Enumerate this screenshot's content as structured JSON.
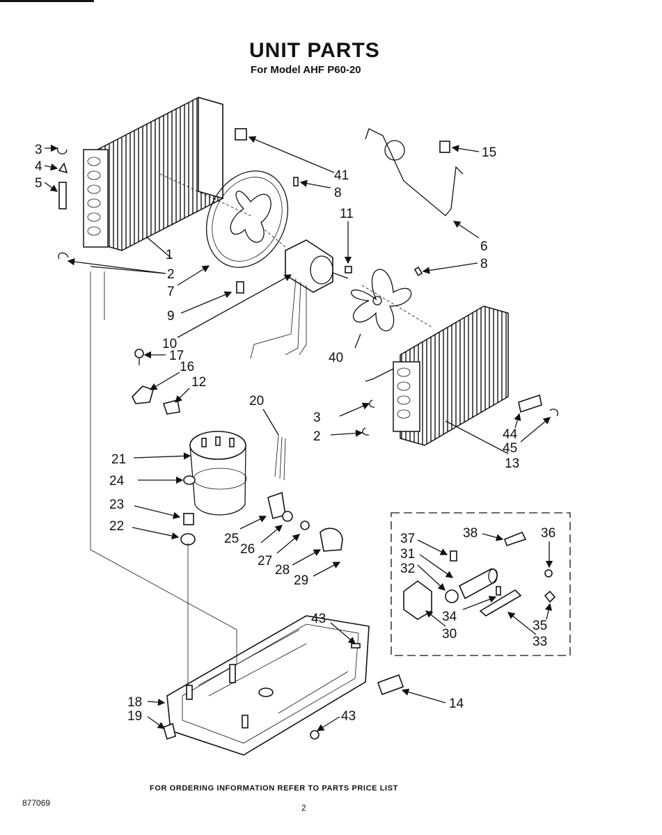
{
  "header": {
    "title": "UNIT PARTS",
    "subtitle": "For Model AHF P60-20"
  },
  "footer": {
    "ordering_note": "FOR ORDERING INFORMATION REFER TO PARTS PRICE LIST",
    "doc_number": "877069",
    "page_number": "2"
  },
  "callouts": [
    "1",
    "2",
    "3",
    "4",
    "5",
    "6",
    "7",
    "8",
    "9",
    "10",
    "11",
    "12",
    "13",
    "14",
    "15",
    "16",
    "17",
    "18",
    "19",
    "20",
    "21",
    "22",
    "23",
    "24",
    "25",
    "26",
    "27",
    "28",
    "29",
    "30",
    "31",
    "32",
    "33",
    "34",
    "35",
    "36",
    "37",
    "38",
    "40",
    "41",
    "43",
    "44",
    "45"
  ]
}
